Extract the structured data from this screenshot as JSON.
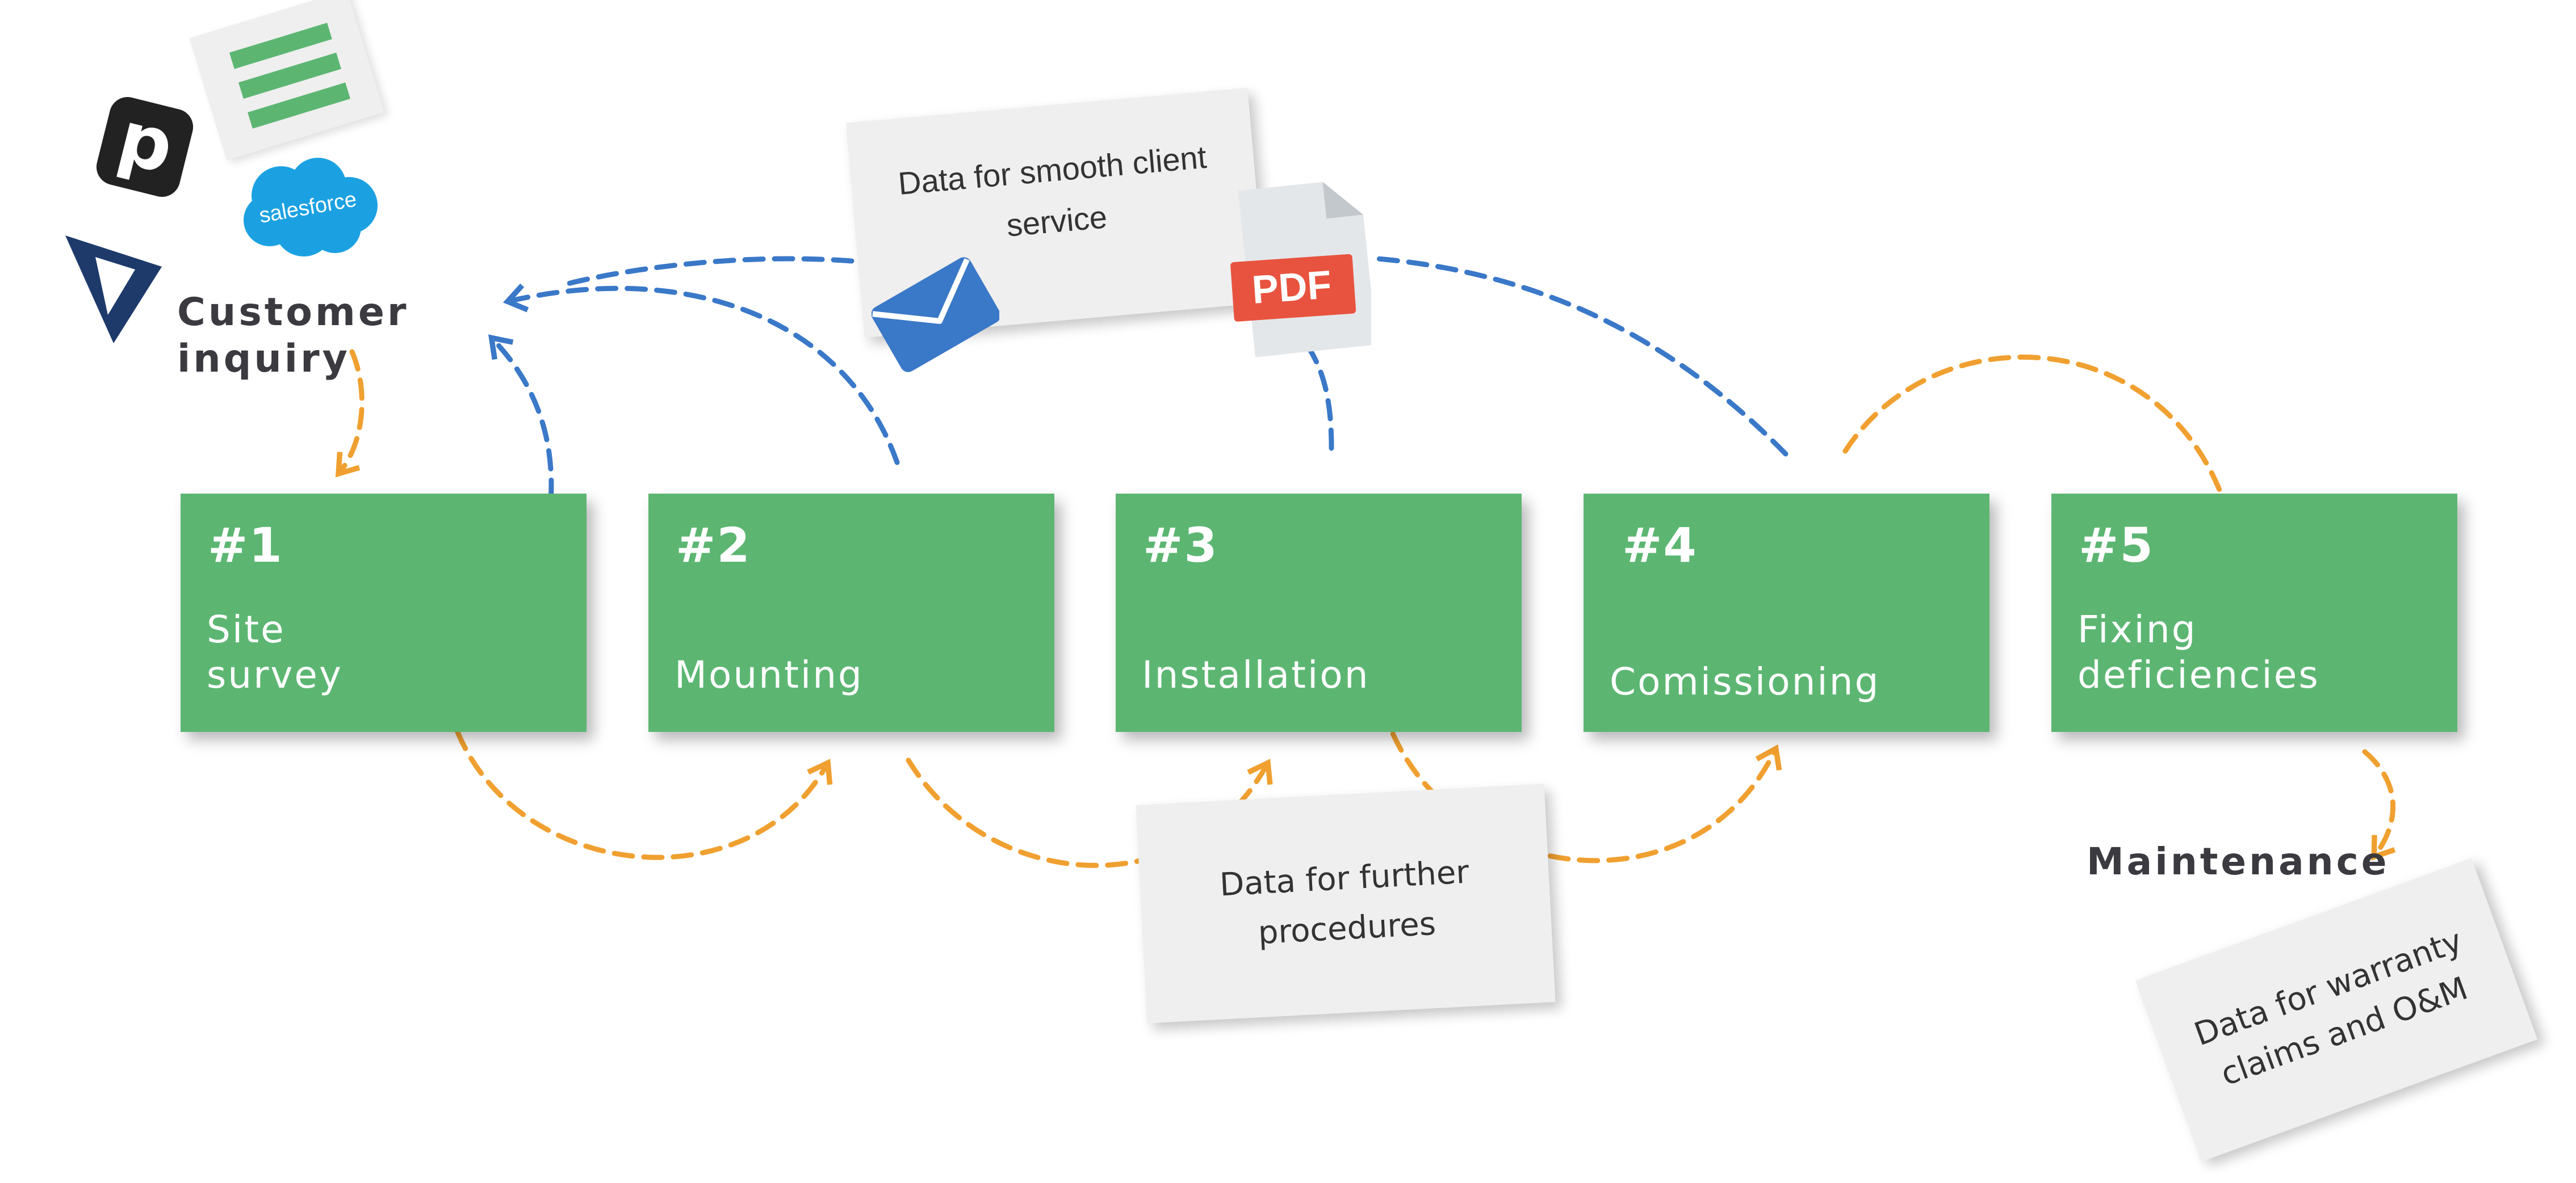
{
  "steps": [
    {
      "number": "#1",
      "label": "Site\nsurvey"
    },
    {
      "number": "#2",
      "label": "Mounting"
    },
    {
      "number": "#3",
      "label": "Installation"
    },
    {
      "number": "#4",
      "label": "Comissioning"
    },
    {
      "number": "#5",
      "label": "Fixing\ndeficiencies"
    }
  ],
  "labels": {
    "customer_inquiry": "Customer\ninquiry",
    "maintenance": "Maintenance"
  },
  "notes": {
    "client_service": "Data for smooth client\nservice",
    "further_procedures": "Data for further\nprocedures",
    "warranty": "Data for warranty\nclaims and O&M"
  },
  "logos": {
    "pipedrive_letter": "p",
    "salesforce_text": "salesforce",
    "pdf_text": "PDF"
  },
  "colors": {
    "step_green": "#5cb672",
    "flow_orange": "#f0a030",
    "data_blue": "#3a78c8",
    "note_gray": "#efefef",
    "pdf_red": "#e8533f",
    "salesforce_blue": "#1ba1e2"
  }
}
